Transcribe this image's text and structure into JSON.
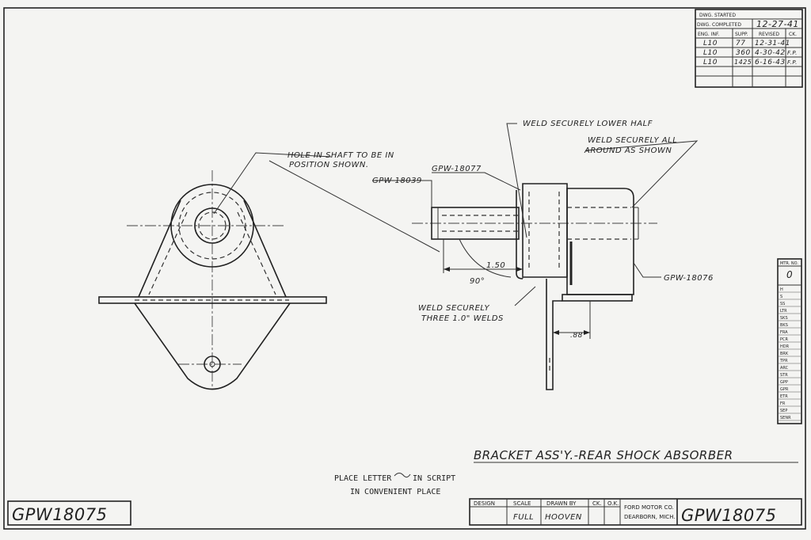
{
  "drawing": {
    "title": "BRACKET ASS'Y.-REAR SHOCK ABSORBER",
    "number_left": "GPW18075",
    "number_right": "GPW18075"
  },
  "revision_block": {
    "started_label": "DWG. STARTED",
    "started_value": "",
    "completed_label": "DWG. COMPLETED",
    "completed_value": "12-27-41",
    "headers": [
      "ENG. INF.",
      "SUPP.",
      "REVISED",
      "CK."
    ],
    "rows": [
      [
        "L10",
        "77",
        "12-31-41",
        ""
      ],
      [
        "L10",
        "360",
        "4-30-42",
        "F.P."
      ],
      [
        "L10",
        "1425",
        "6-16-43",
        "F.P."
      ]
    ]
  },
  "notes": {
    "hole": [
      "HOLE IN SHAFT TO BE IN",
      "POSITION SHOWN."
    ],
    "weld_lower": "WELD SECURELY LOWER HALF",
    "weld_all": [
      "WELD SECURELY ALL",
      "AROUND AS SHOWN"
    ],
    "weld_three": [
      "WELD SECURELY",
      "THREE 1.0\" WELDS"
    ]
  },
  "part_refs": {
    "p18077": "GPW-18077",
    "p18039": "GPW-18039",
    "p18076": "GPW-18076"
  },
  "dimensions": {
    "length": "1.50",
    "angle": "90°",
    "offset": ".88"
  },
  "stamp": {
    "line1_a": "PLACE LETTER",
    "line1_b": "IN SCRIPT",
    "line2": "IN CONVENIENT PLACE"
  },
  "material_strip": {
    "header": "MTR. NO.",
    "value": "0",
    "labels": [
      "H",
      "S",
      "SS",
      "LTR",
      "SKS",
      "BKS",
      "FRA",
      "PCR",
      "HDR",
      "BRK",
      "TPR",
      "ARC",
      "STR",
      "GPP",
      "GPR",
      "ETR",
      "FR",
      "SEP",
      "SENR"
    ]
  },
  "title_block": {
    "design_label": "DESIGN",
    "scale_label": "SCALE",
    "scale_value": "FULL",
    "drawn_label": "DRAWN BY",
    "drawn_value": "HOOVEN",
    "ck_label": "CK.",
    "ok_label": "O.K.",
    "company_1": "FORD MOTOR CO.",
    "company_2": "DEARBORN, MICH."
  }
}
